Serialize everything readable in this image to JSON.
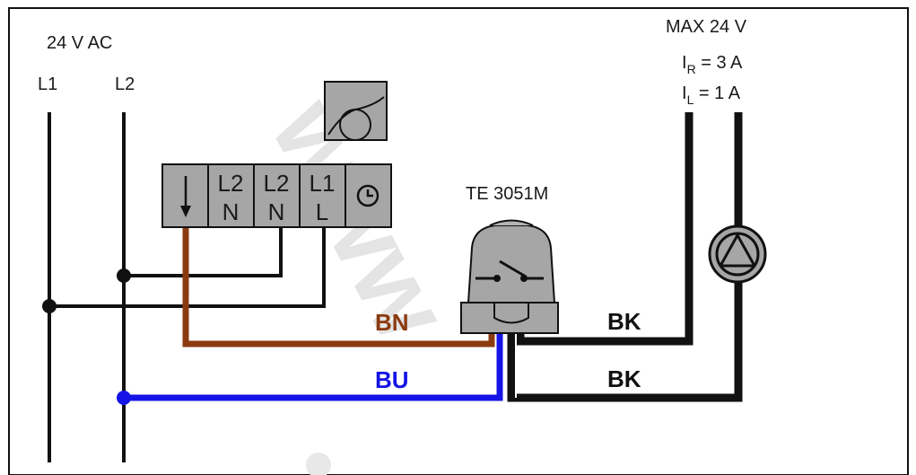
{
  "supply": {
    "voltage": "24 V AC",
    "line1": "L1",
    "line2": "L2"
  },
  "controller": {
    "terminals": [
      {
        "top": "",
        "bottom": ""
      },
      {
        "top": "L2",
        "bottom": "N"
      },
      {
        "top": "L2",
        "bottom": "N"
      },
      {
        "top": "L1",
        "bottom": "L"
      }
    ]
  },
  "actuator": {
    "model": "TE 3051M"
  },
  "ratings": {
    "max": "MAX 24 V",
    "ir_main": "I",
    "ir_sub": "R",
    "ir_value": " = 3 A",
    "il_main": "I",
    "il_sub": "L",
    "il_value": " = 1 A"
  },
  "wires": {
    "brown": "BN",
    "blue": "BU",
    "black_top": "BK",
    "black_bottom": "BK"
  },
  "colors": {
    "brown": "#8b3a0f",
    "blue": "#1414e6",
    "black": "#111111",
    "gray": "#999999",
    "watermark": "#e2e2e2"
  },
  "watermark": "www"
}
